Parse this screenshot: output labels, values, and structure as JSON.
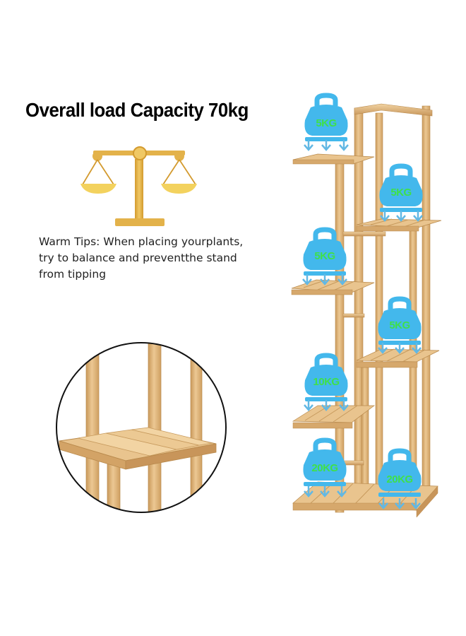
{
  "headline": "Overall load Capacity 70kg",
  "tips": {
    "line1": "Warm Tips: When placing yourplants,",
    "line2": "try to balance and preventthe stand",
    "line3": "from tipping"
  },
  "weights": {
    "w1": "5KG",
    "w2": "5KG",
    "w3": "5KG",
    "w4": "5KG",
    "w5": "10KG",
    "w6": "20KG",
    "w7": "20KG"
  },
  "icons": {
    "scale": "balance-scale-icon",
    "weight": "weight-icon",
    "arrow": "down-arrow-icon"
  },
  "colors": {
    "weight_fill": "#43b8ec",
    "weight_label": "#3fe04a",
    "arrow": "#62b8e4",
    "wood": "#dfb681",
    "wood_dark": "#b98a4d",
    "scale_gold": "#e3b24a",
    "scale_pan": "#f3d25e"
  }
}
